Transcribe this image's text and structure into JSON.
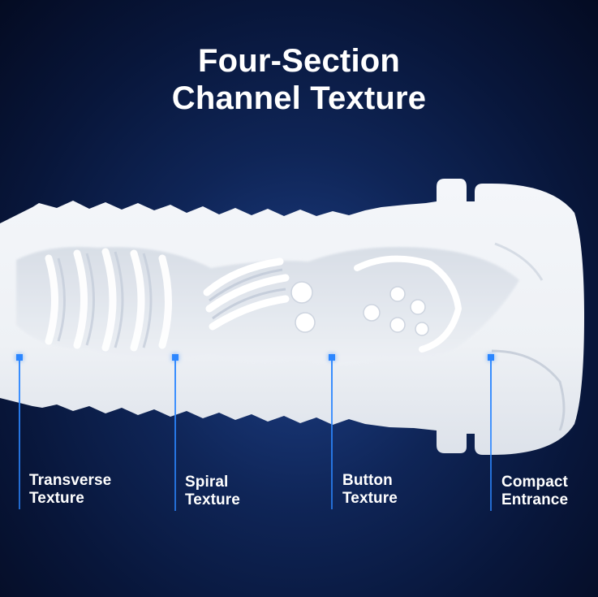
{
  "title": {
    "line1": "Four-Section",
    "line2": "Channel Texture"
  },
  "sections": [
    {
      "label_line1": "Transverse",
      "label_line2": "Texture"
    },
    {
      "label_line1": "Spiral",
      "label_line2": "Texture"
    },
    {
      "label_line1": "Button",
      "label_line2": "Texture"
    },
    {
      "label_line1": "Compact",
      "label_line2": "Entrance"
    }
  ],
  "colors": {
    "background": "#0f2557",
    "accent": "#2b86ff",
    "product": "#f4f6f9",
    "text": "#ffffff"
  }
}
